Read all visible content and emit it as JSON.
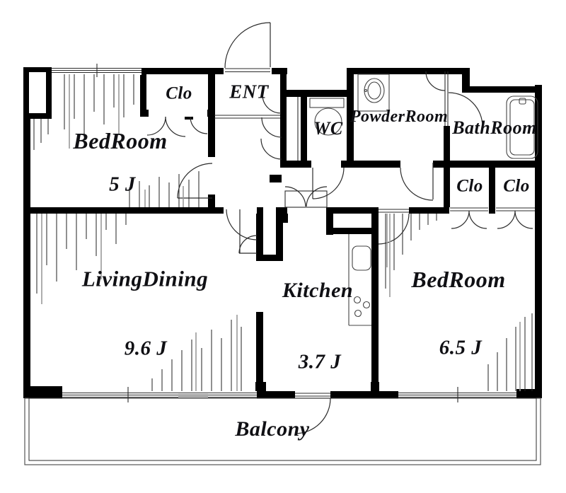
{
  "floorplan": {
    "rooms": {
      "bedroom_left": {
        "name": "BedRoom",
        "size": "5 J"
      },
      "closet_top": {
        "name": "Clo"
      },
      "entrance": {
        "name": "ENT"
      },
      "wc": {
        "name": "WC"
      },
      "powder_room": {
        "name": "PowderRoom"
      },
      "bathroom": {
        "name": "BathRoom"
      },
      "closet_right_a": {
        "name": "Clo"
      },
      "closet_right_b": {
        "name": "Clo"
      },
      "living_dining": {
        "name": "LivingDining",
        "size": "9.6 J"
      },
      "kitchen": {
        "name": "Kitchen",
        "size": "3.7 J"
      },
      "bedroom_right": {
        "name": "BedRoom",
        "size": "6.5 J"
      },
      "balcony": {
        "name": "Balcony"
      }
    },
    "colors": {
      "wall": "#000000",
      "line": "#2b2b2b",
      "gray_line": "#9a9a9a",
      "text": "#101014",
      "background": "#ffffff"
    }
  }
}
